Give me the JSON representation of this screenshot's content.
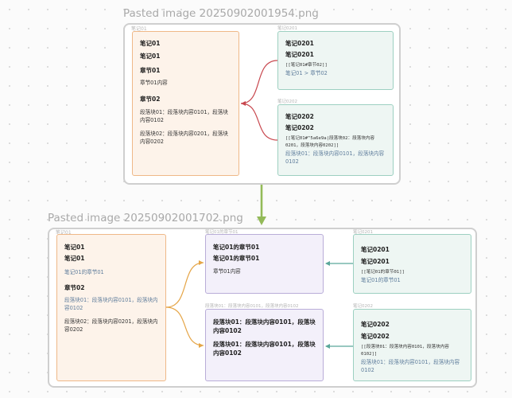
{
  "image_titles": {
    "top": "Pasted image 20250902001954.png",
    "bottom": "Pasted image 20250902001702.png"
  },
  "top": {
    "group_label": "笔记01",
    "right_labels": [
      "笔记0201",
      "笔记0202"
    ],
    "note01": {
      "heading1": "笔记01",
      "heading2": "笔记01",
      "section1": "章节01",
      "section1_text": "章节01内容",
      "section2": "章节02",
      "para1": "段落块01：段落块内容0101，段落块内容0102",
      "para2": "段落块02：段落块内容0201，段落块内容0202"
    },
    "note0201": {
      "heading1": "笔记0201",
      "heading2": "笔记0201",
      "code": "[[笔记01#章节02]]",
      "link": "笔记01 > 章节02"
    },
    "note0202": {
      "heading1": "笔记0202",
      "heading2": "笔记0202",
      "code": "[[笔记01#^5a6e9a|段落块02：段落块内容0201，段落块内容0202]]",
      "link": "段落块01：段落块内容0101，段落块内容0102"
    }
  },
  "bottom": {
    "group_label": "笔记01",
    "card_labels": [
      "笔记01的章节01",
      "段落块01：段落块内容0101，段落块内容0102"
    ],
    "right_labels": [
      "笔记0201",
      "笔记0202"
    ],
    "note01": {
      "heading1": "笔记01",
      "heading2": "笔记01",
      "subtitle": "笔记01的章节01",
      "section2": "章节02",
      "para1": "段落块01：段落块内容0101，段落块内容0102",
      "para2": "段落块02：段落块内容0201，段落块内容0202"
    },
    "section_card": {
      "heading1": "笔记01的章节01",
      "heading2": "笔记01的章节01",
      "text": "章节01内容"
    },
    "para_card": {
      "heading1": "段落块01：段落块内容0101，段落块内容0102",
      "heading2": "段落块01：段落块内容0101，段落块内容0102"
    },
    "note0201": {
      "heading1": "笔记0201",
      "heading2": "笔记0201",
      "code": "[[笔记01的章节01]]",
      "link": "笔记01的章节01"
    },
    "note0202": {
      "heading1": "笔记0202",
      "heading2": "笔记0202",
      "code": "[[段落块01：段落块内容0101，段落块内容0102]]",
      "link": "段落块01：段落块内容0101，段落块内容0102"
    }
  },
  "colors": {
    "top_edges": "#c8474e",
    "bottom_left_edges": "#e5a547",
    "bottom_right_edges": "#5aa79a",
    "transition_arrow": "#93ba58"
  }
}
